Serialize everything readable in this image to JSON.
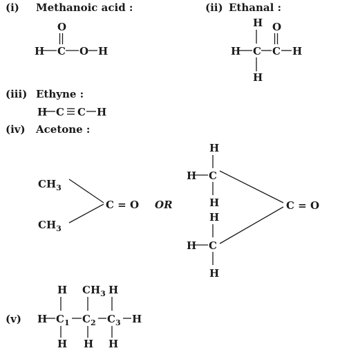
{
  "items": {
    "i": {
      "num": "(i)",
      "title": "Methanoic acid :"
    },
    "ii": {
      "num": "(ii)",
      "title": "Ethanal :"
    },
    "iii": {
      "num": "(iii)",
      "title": "Ethyne :"
    },
    "iv": {
      "num": "(iv)",
      "title": "Acetone :"
    },
    "v": {
      "num": "(v)"
    }
  },
  "atoms": {
    "H": "H",
    "C": "C",
    "O": "O",
    "CH": "CH",
    "sub3": "3"
  },
  "acetone": {
    "carbonyl": "C = O",
    "or": "OR"
  },
  "propane": {
    "s1": "1",
    "s2": "2",
    "s3": "3"
  }
}
